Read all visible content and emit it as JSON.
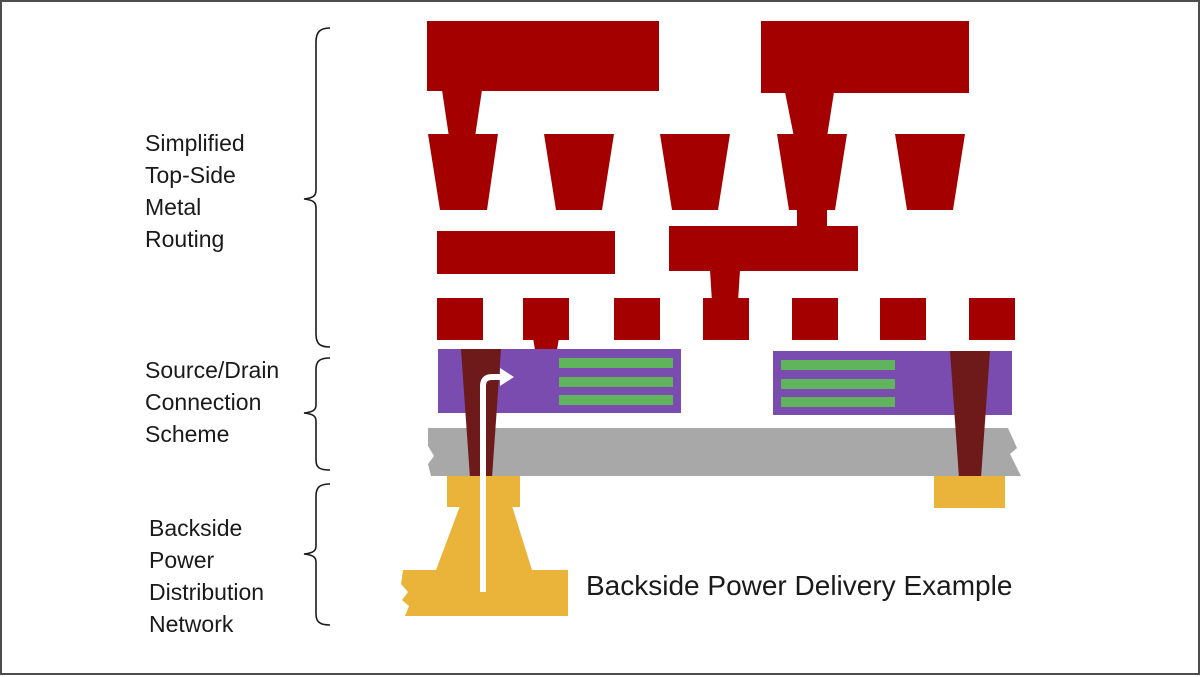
{
  "labels": {
    "top_side": [
      "Simplified",
      "Top-Side",
      "Metal",
      "Routing"
    ],
    "source_drain": [
      "Source/Drain",
      "Connection",
      "Scheme"
    ],
    "backside": [
      "Backside",
      "Power",
      "Distribution",
      "Network"
    ]
  },
  "caption": "Backside Power Delivery Example",
  "colors": {
    "metal": "#a50000",
    "via_dark": "#6e1a1a",
    "source_drain": "#7a4cb0",
    "channel": "#5fb45c",
    "substrate": "#a8a8a8",
    "backside_power": "#eab43a",
    "arrow": "#ffffff",
    "bracket": "#1a1a1a"
  }
}
